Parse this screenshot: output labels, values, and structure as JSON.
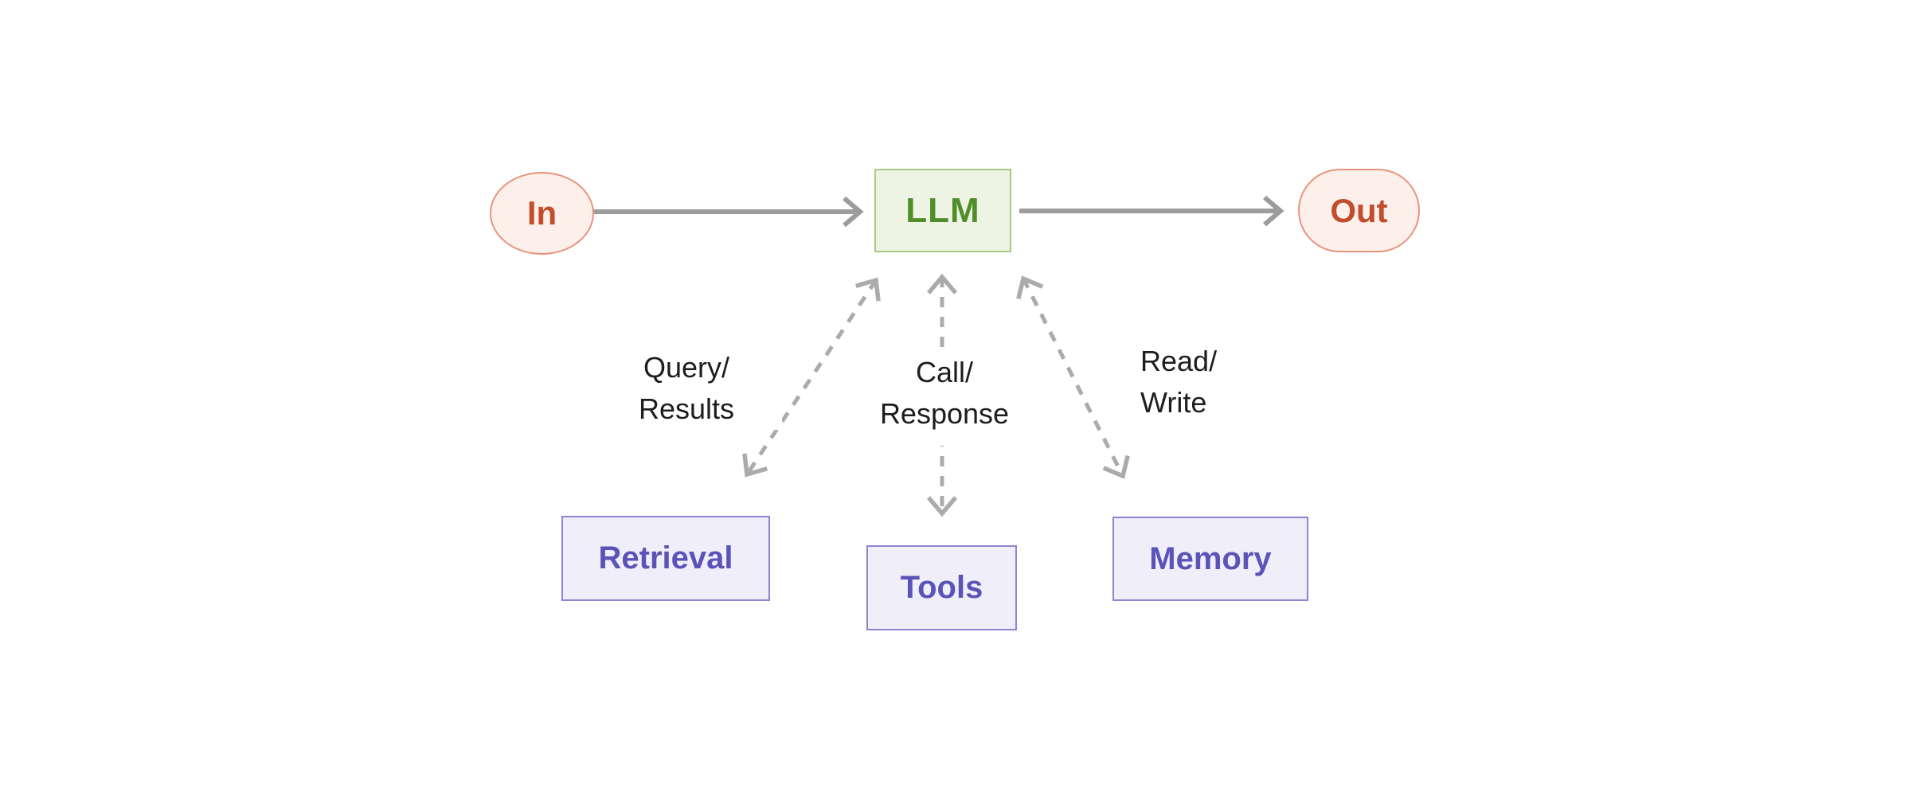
{
  "diagram": {
    "nodes": {
      "input": {
        "label": "In"
      },
      "llm": {
        "label": "LLM"
      },
      "output": {
        "label": "Out"
      },
      "retrieval": {
        "label": "Retrieval"
      },
      "tools": {
        "label": "Tools"
      },
      "memory": {
        "label": "Memory"
      }
    },
    "edge_labels": {
      "retrieval": {
        "line1": "Query/",
        "line2": "Results"
      },
      "tools": {
        "line1": "Call/",
        "line2": "Response"
      },
      "memory": {
        "line1": "Read/",
        "line2": "Write"
      }
    }
  },
  "colors": {
    "canvas_bg": "#ffffff",
    "io_fill": "#fdf0ea",
    "io_border": "#e8937d",
    "io_text": "#c14e2c",
    "llm_fill": "#eef4e4",
    "llm_border": "#a6cb80",
    "llm_text": "#4f8e28",
    "module_fill": "#efeef9",
    "module_border": "#9083d6",
    "module_text": "#5b54b8",
    "solid_arrow": "#9c9c9c",
    "dashed_arrow": "#ababab",
    "label_text": "#1d1d1f"
  }
}
